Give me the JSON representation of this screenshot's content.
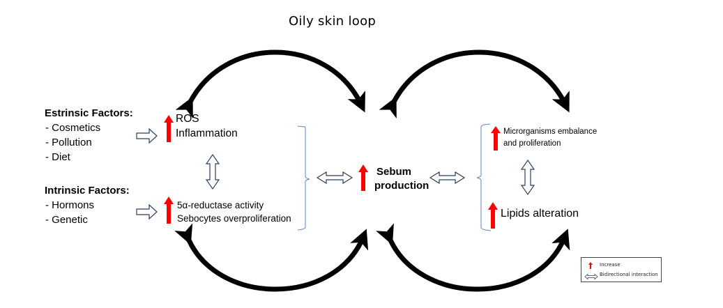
{
  "title": "Oily skin loop",
  "extrinsic": {
    "heading": "Estrinsic Factors:",
    "items": [
      "- Cosmetics",
      "- Pollution",
      "- Diet"
    ]
  },
  "intrinsic": {
    "heading": "Intrinsic Factors:",
    "items": [
      "- Hormons",
      "- Genetic"
    ]
  },
  "left_nodes": {
    "top": [
      "ROS",
      "Inflammation"
    ],
    "bottom": [
      "5α-reductase activity",
      "Sebocytes overproliferation"
    ]
  },
  "center": {
    "lines": [
      "Sebum",
      "production"
    ]
  },
  "right_nodes": {
    "top": [
      "Microrganisms embalance",
      "and proliferation"
    ],
    "bottom": "Lipids alteration"
  },
  "legend": {
    "increase": "Increase",
    "bidirectional": "Bidirectional interaction"
  },
  "colors": {
    "increase_arrow": "#ff0000",
    "outline_arrow": "#2f3f5f",
    "bracket": "#5b84c4",
    "loop_arrow": "#000000"
  }
}
